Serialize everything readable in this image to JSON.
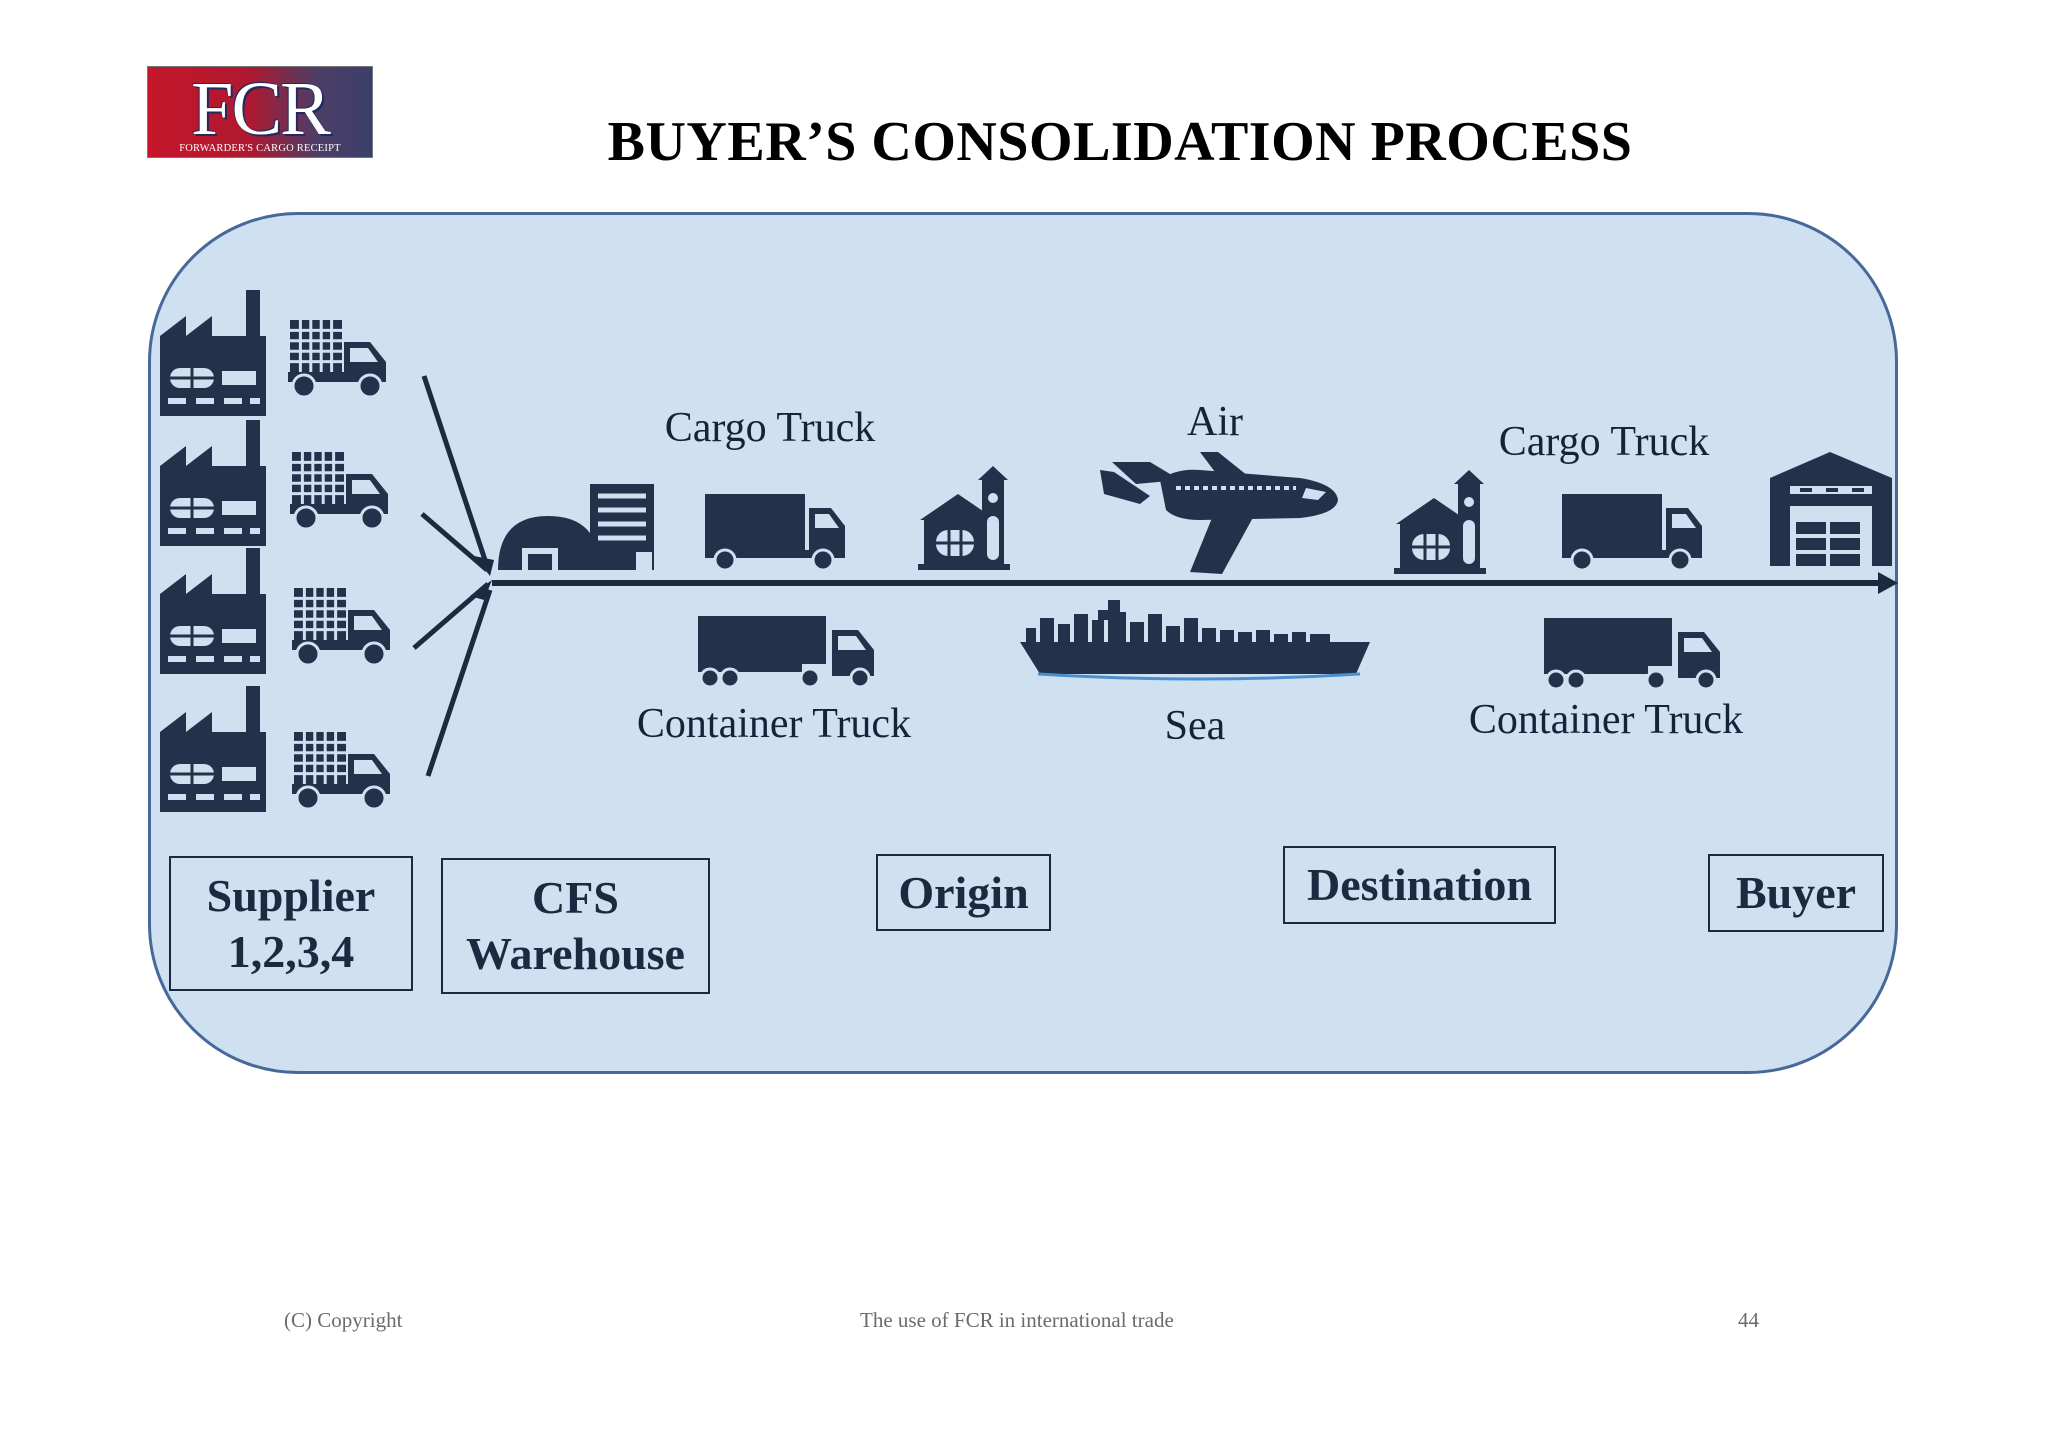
{
  "logo": {
    "mark": "FCR",
    "tagline": "FORWARDER'S CARGO RECEIPT"
  },
  "title": "BUYER’S CONSOLIDATION PROCESS",
  "transport_labels": {
    "cargo_truck_origin": "Cargo Truck",
    "air": "Air",
    "cargo_truck_destination": "Cargo Truck",
    "container_truck_origin": "Container Truck",
    "sea": "Sea",
    "container_truck_destination": "Container Truck"
  },
  "stages": {
    "supplier_line1": "Supplier",
    "supplier_line2": "1,2,3,4",
    "cfs_line1": "CFS",
    "cfs_line2": "Warehouse",
    "origin": "Origin",
    "destination": "Destination",
    "buyer": "Buyer"
  },
  "footer": {
    "copyright": "(C) Copyright",
    "center": "The use of FCR in international trade",
    "page": "44"
  },
  "colors": {
    "panel": "#cfe0f1",
    "panel_border": "#47699a",
    "icon": "#22324a",
    "logo_red": "#c4162a"
  }
}
